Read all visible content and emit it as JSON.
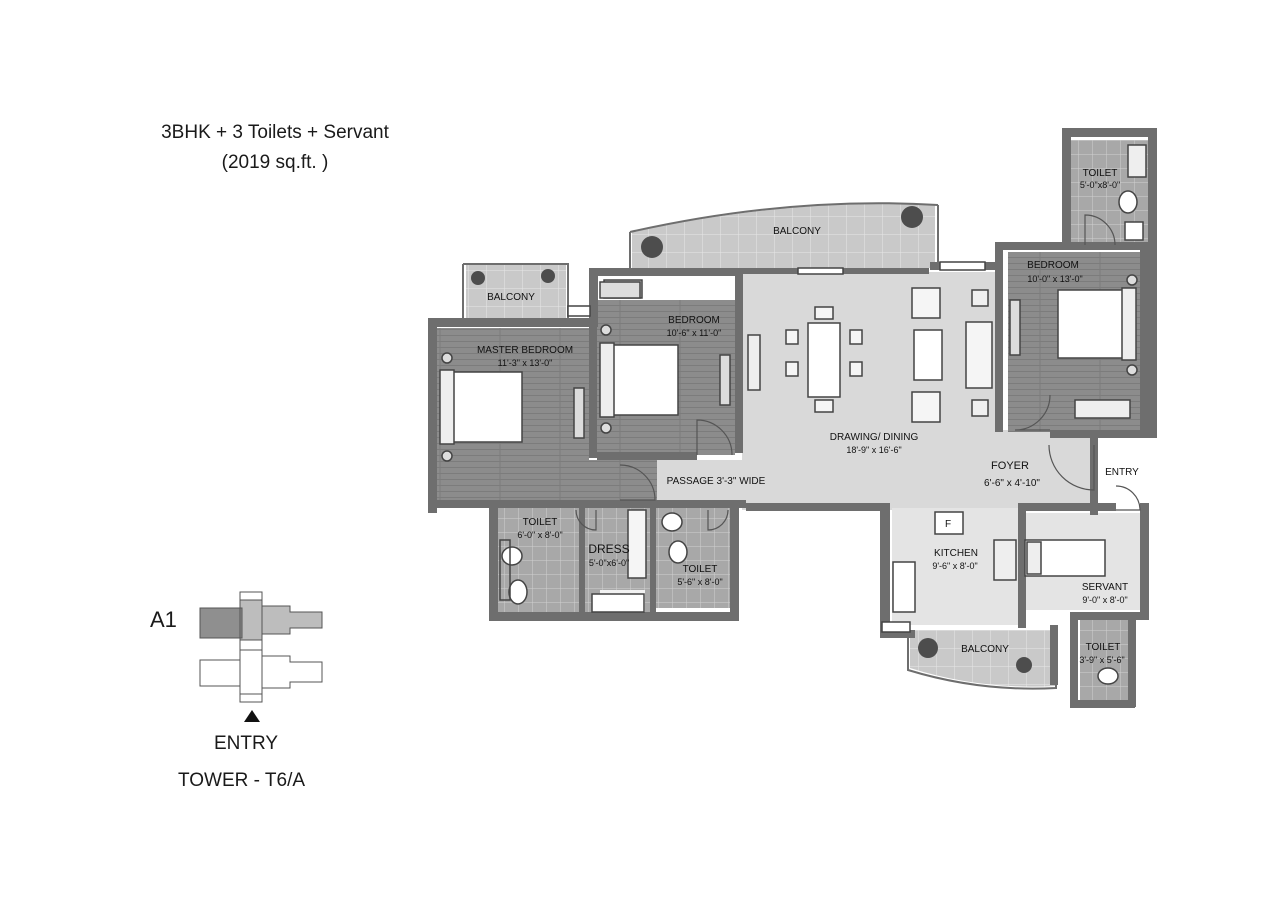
{
  "header": {
    "title": "3BHK + 3 Toilets + Servant",
    "area": "(2019 sq.ft. )"
  },
  "key_plan": {
    "unit_label": "A1",
    "entry_label": "ENTRY",
    "tower_label": "TOWER - T6/A"
  },
  "rooms": {
    "balcony_top": {
      "name": "BALCONY"
    },
    "balcony_left": {
      "name": "BALCONY"
    },
    "balcony_bottom": {
      "name": "BALCONY"
    },
    "toilet_top": {
      "name": "TOILET",
      "size": "5'-0\"x8'-0\""
    },
    "bedroom_right": {
      "name": "BEDROOM",
      "size": "10'-0\" x 13'-0\""
    },
    "bedroom_mid": {
      "name": "BEDROOM",
      "size": "10'-6\" x 11'-0\""
    },
    "master_bedroom": {
      "name": "MASTER BEDROOM",
      "size": "11'-3\" x 13'-0\""
    },
    "drawing_dining": {
      "name": "DRAWING/ DINING",
      "size": "18'-9\" x 16'-6\""
    },
    "foyer": {
      "name": "FOYER",
      "size": "6'-6\" x 4'-10\""
    },
    "entry": {
      "name": "ENTRY"
    },
    "passage": {
      "name": "PASSAGE 3'-3\" WIDE"
    },
    "toilet_master": {
      "name": "TOILET",
      "size": "6'-0\" x 8'-0\""
    },
    "dress": {
      "name": "DRESS",
      "size": "5'-0\"x6'-0\""
    },
    "toilet_mid": {
      "name": "TOILET",
      "size": "5'-6\" x 8'-0\""
    },
    "kitchen": {
      "name": "KITCHEN",
      "size": "9'-6\" x 8'-0\"",
      "fridge_mark": "F"
    },
    "servant": {
      "name": "SERVANT",
      "size": "9'-0\" x 8'-0\""
    },
    "toilet_servant": {
      "name": "TOILET",
      "size": "3'-9\" x 5'-6\""
    }
  },
  "colors": {
    "wall": "#6e6e6e",
    "wood_floor": "#8a8a8a",
    "living_floor": "#d8d8d8",
    "tile_floor": "#a7a7a7",
    "balcony_floor": "#c9c9c9"
  }
}
